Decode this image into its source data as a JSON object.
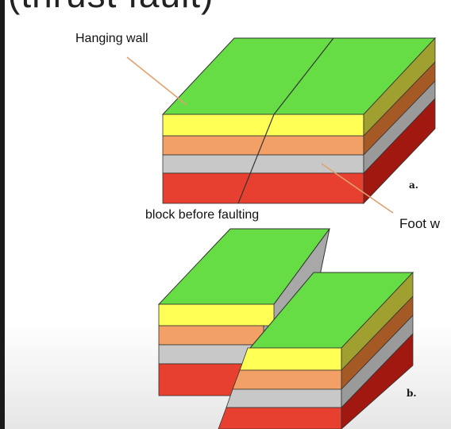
{
  "title": "(thrust fault)",
  "labels": {
    "hanging_wall": "Hanging wall",
    "before": "block before faulting",
    "foot_wall": "Foot w",
    "fig_a": "a.",
    "fig_b": "b."
  },
  "colors": {
    "top": "#66dd44",
    "yellow": "#ffff55",
    "orange": "#f2a066",
    "gray": "#c8c8c8",
    "red": "#e84030",
    "pointer": "#e0a070"
  }
}
